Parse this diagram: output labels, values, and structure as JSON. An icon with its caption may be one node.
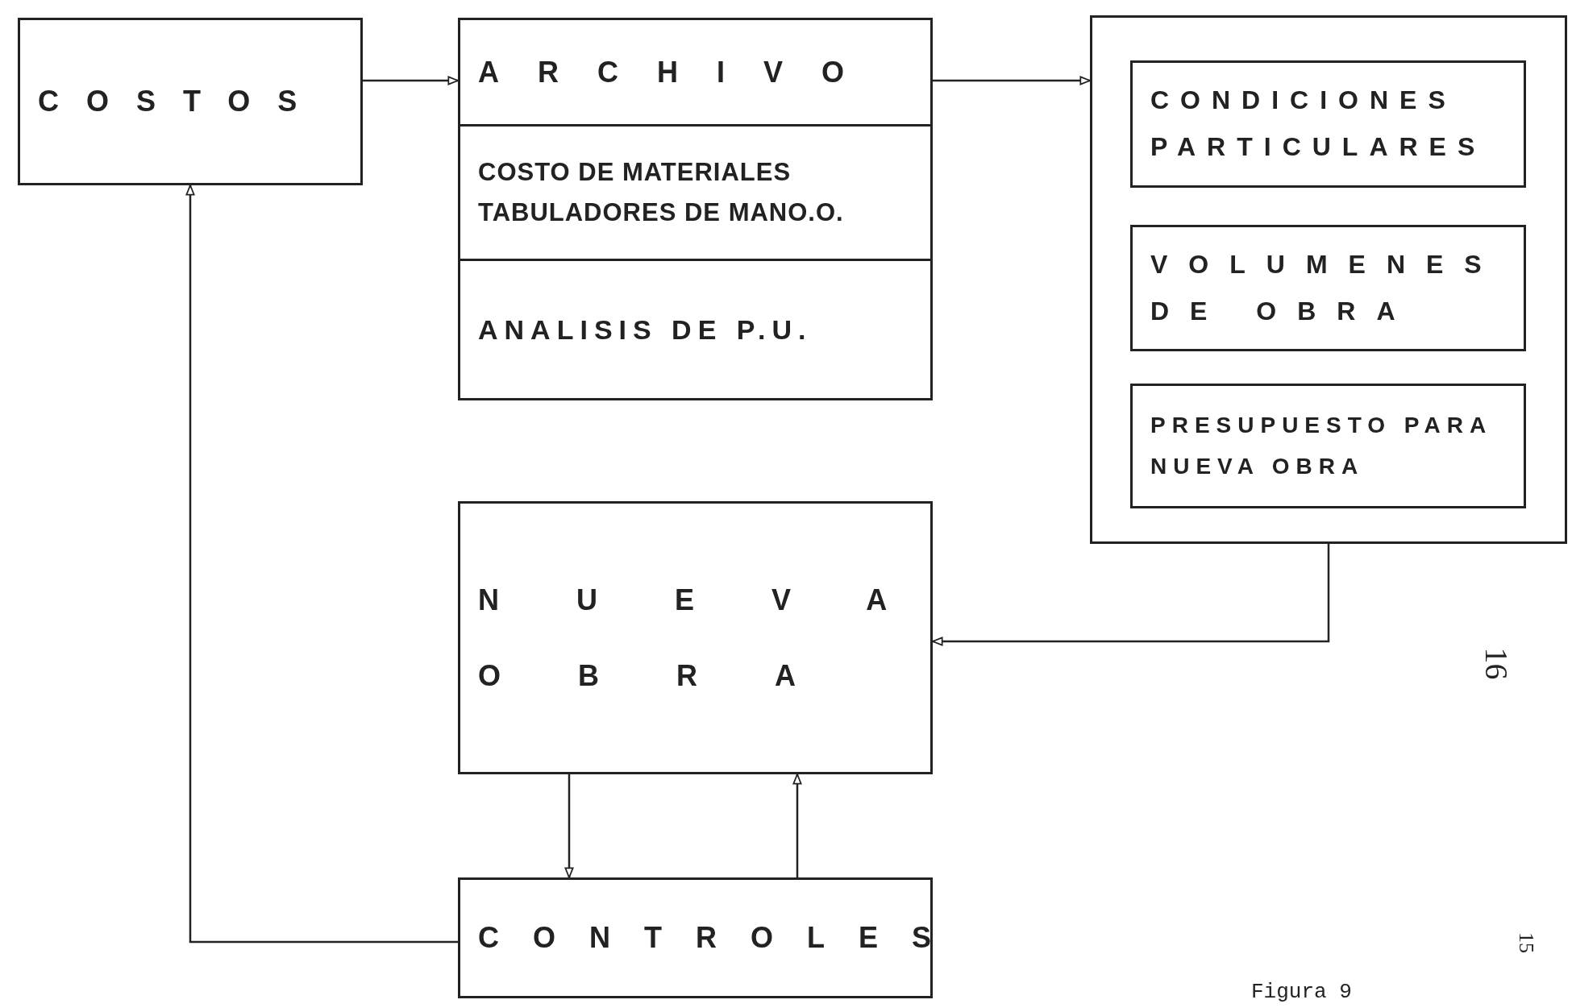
{
  "diagram": {
    "caption": "Figura 9",
    "nodes": [
      {
        "text": [
          "COSTOS"
        ]
      },
      {
        "text": [
          "ARCHIVO",
          "COSTO DE MATERIALES TABULADORES DE MANO.O.",
          "ANALISIS DE P.U."
        ]
      },
      {
        "text": [],
        "shape": "box"
      },
      {
        "text": [
          "CONDICIONES PARTICULARES"
        ],
        "in": 2
      },
      {
        "text": [
          "VOLUMENES DE OBRA"
        ],
        "in": 2
      },
      {
        "text": [
          "PRESUPUESTO PARA NUEVA OBRA"
        ],
        "in": 2
      },
      {
        "text": [
          "NUEVA OBRA"
        ]
      },
      {
        "text": [
          "CONTROLES"
        ]
      }
    ],
    "edges": [
      {
        "from": 0,
        "to": 1,
        "arrow": "to"
      },
      {
        "from": 1,
        "to": 2,
        "arrow": "to"
      },
      {
        "from": 2,
        "to": 6,
        "arrow": "to"
      },
      {
        "from": 6,
        "to": 7,
        "arrow": "to"
      },
      {
        "from": 7,
        "to": 6,
        "arrow": "to"
      },
      {
        "from": 7,
        "to": 0,
        "arrow": "to"
      }
    ],
    "labels": [
      "16",
      "15"
    ]
  }
}
